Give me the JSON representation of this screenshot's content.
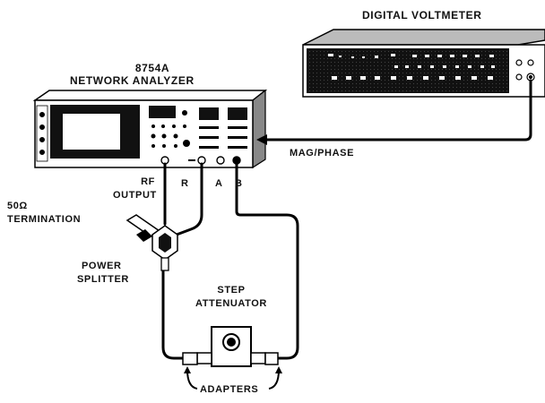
{
  "labels": {
    "digital_voltmeter": "DIGITAL VOLTMETER",
    "model_number": "8754A",
    "network_analyzer": "NETWORK ANALYZER",
    "mag_phase": "MAG/PHASE",
    "rf": "RF",
    "output": "OUTPUT",
    "port_r": "R",
    "port_a": "A",
    "port_b": "B",
    "ohm_50": "50Ω",
    "termination": "TERMINATION",
    "power": "POWER",
    "splitter": "SPLITTER",
    "step": "STEP",
    "attenuator": "ATTENUATOR",
    "adapters": "ADAPTERS"
  }
}
